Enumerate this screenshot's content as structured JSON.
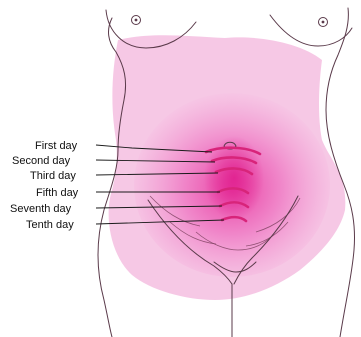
{
  "labels": {
    "first_day": "First day",
    "second_day": "Second day",
    "third_day": "Third day",
    "fifth_day": "Fifth day",
    "seventh_day": "Seventh day",
    "tenth_day": "Tenth day"
  },
  "colors": {
    "skin": "#ffffff",
    "tint_light": "#f4bfe0",
    "tint_mid": "#ec85c8",
    "tint_strong": "#e84bb0",
    "fundus_line": "#d8247a",
    "outline": "#5a3a4a",
    "label_text": "#111111"
  }
}
